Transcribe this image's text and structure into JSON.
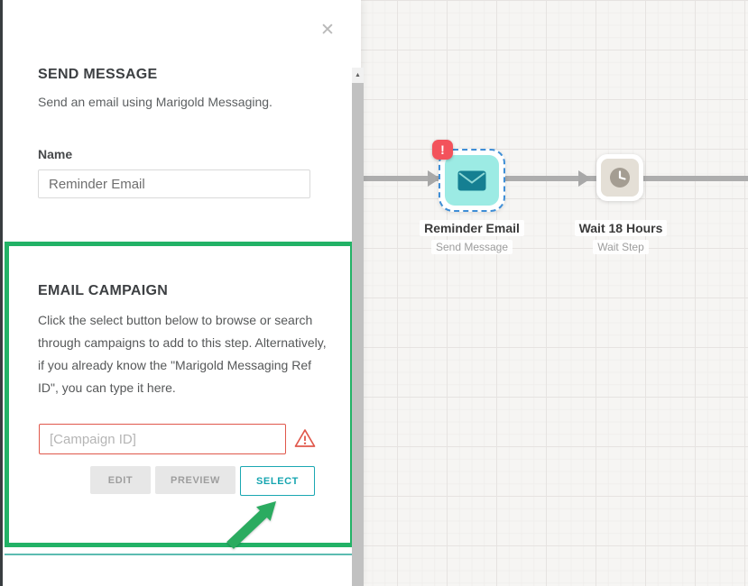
{
  "panel": {
    "close_label": "✕",
    "header": {
      "title": "SEND MESSAGE",
      "description": "Send an email using Marigold Messaging."
    },
    "name_field": {
      "label": "Name",
      "value": "Reminder Email"
    },
    "email_campaign": {
      "title": "EMAIL CAMPAIGN",
      "description": "Click the select button below to browse or search through campaigns to add to this step. Alternatively, if you already know the \"Marigold Messaging Ref ID\", you can type it here.",
      "campaign_id_placeholder": "[Campaign ID]",
      "warning_icon": "alert-triangle-icon",
      "buttons": {
        "edit": "EDIT",
        "preview": "PREVIEW",
        "select": "SELECT"
      }
    },
    "scroll_up_glyph": "▲"
  },
  "canvas": {
    "nodes": [
      {
        "title": "Reminder Email",
        "subtitle": "Send Message",
        "icon": "email-icon",
        "selected": true,
        "badge": "!"
      },
      {
        "title": "Wait 18 Hours",
        "subtitle": "Wait Step",
        "icon": "clock-icon",
        "selected": false,
        "badge": ""
      }
    ]
  },
  "colors": {
    "highlight_green": "#22b266",
    "arrow_green": "#2bab60",
    "teal_accent": "#16a5b0",
    "error_red": "#e0574b",
    "badge_red": "#f3525b",
    "node_teal_fill": "#9cebe4",
    "node_icon_teal": "#157f92",
    "selection_blue": "#3f8ed6",
    "wait_beige": "#e4dfd6",
    "wait_icon": "#a49d92",
    "connector_gray": "#adadad",
    "canvas_bg": "#f6f5f3"
  }
}
